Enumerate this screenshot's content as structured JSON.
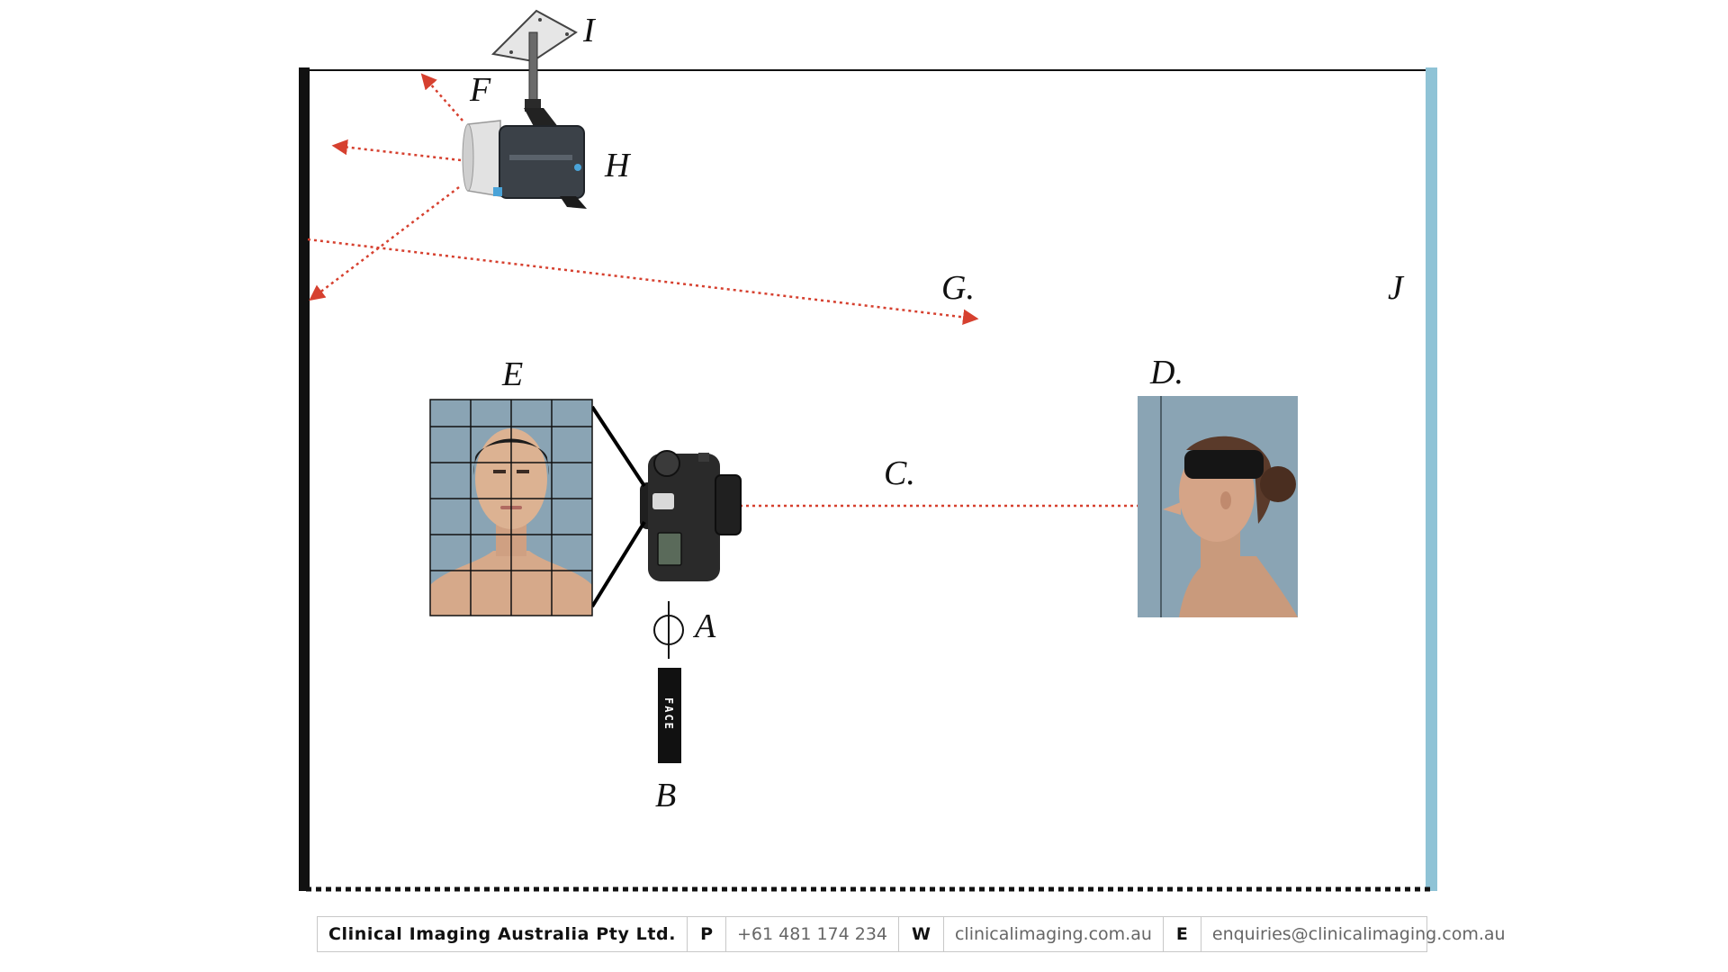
{
  "labels": {
    "a": "A",
    "b": "B",
    "c": "C.",
    "d": "D.",
    "e": "E",
    "f": "F",
    "g": "G.",
    "h": "H",
    "i": "I",
    "j": "J"
  },
  "device_text": "FACE",
  "footer": {
    "company": "Clinical Imaging Australia Pty Ltd.",
    "phone_key": "P",
    "phone": "+61 481 174 234",
    "web_key": "W",
    "web": "clinicalimaging.com.au",
    "email_key": "E",
    "email": "enquiries@clinicalimaging.com.au"
  },
  "colors": {
    "background_wall": "#8fc3d6",
    "photo_backdrop": "#8aa4b4",
    "ray": "#d6402f",
    "line": "#111111"
  },
  "icons": [
    "studio-flash-icon",
    "ceiling-mount-icon",
    "camera-icon",
    "crosshair-icon",
    "face-card-icon"
  ]
}
